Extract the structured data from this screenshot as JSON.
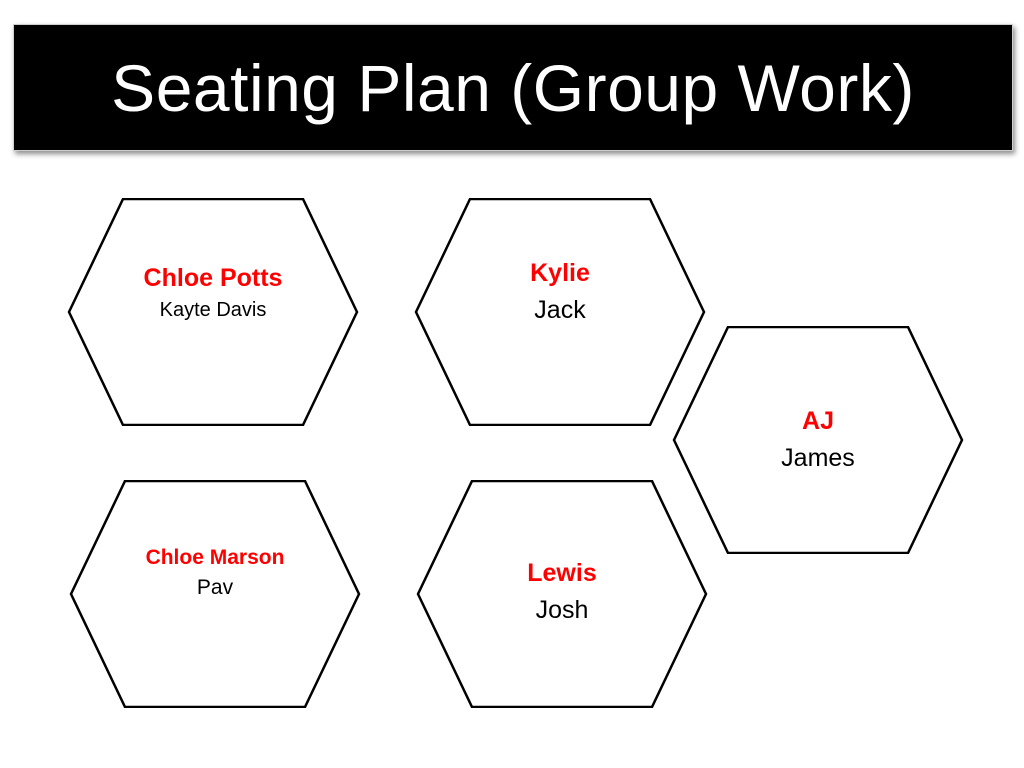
{
  "slide": {
    "title": "Seating Plan (Group Work)"
  },
  "colors": {
    "title_background": "#000000",
    "title_text": "#ffffff",
    "group_lead": "#ff0000",
    "group_member": "#000000",
    "hexagon_stroke": "#000000"
  },
  "groups": [
    {
      "lead": "Chloe Potts",
      "member": "Kayte Davis"
    },
    {
      "lead": "Kylie",
      "member": "Jack"
    },
    {
      "lead": "AJ",
      "member": "James"
    },
    {
      "lead": "Chloe Marson",
      "member": "Pav"
    },
    {
      "lead": "Lewis",
      "member": "Josh"
    }
  ]
}
